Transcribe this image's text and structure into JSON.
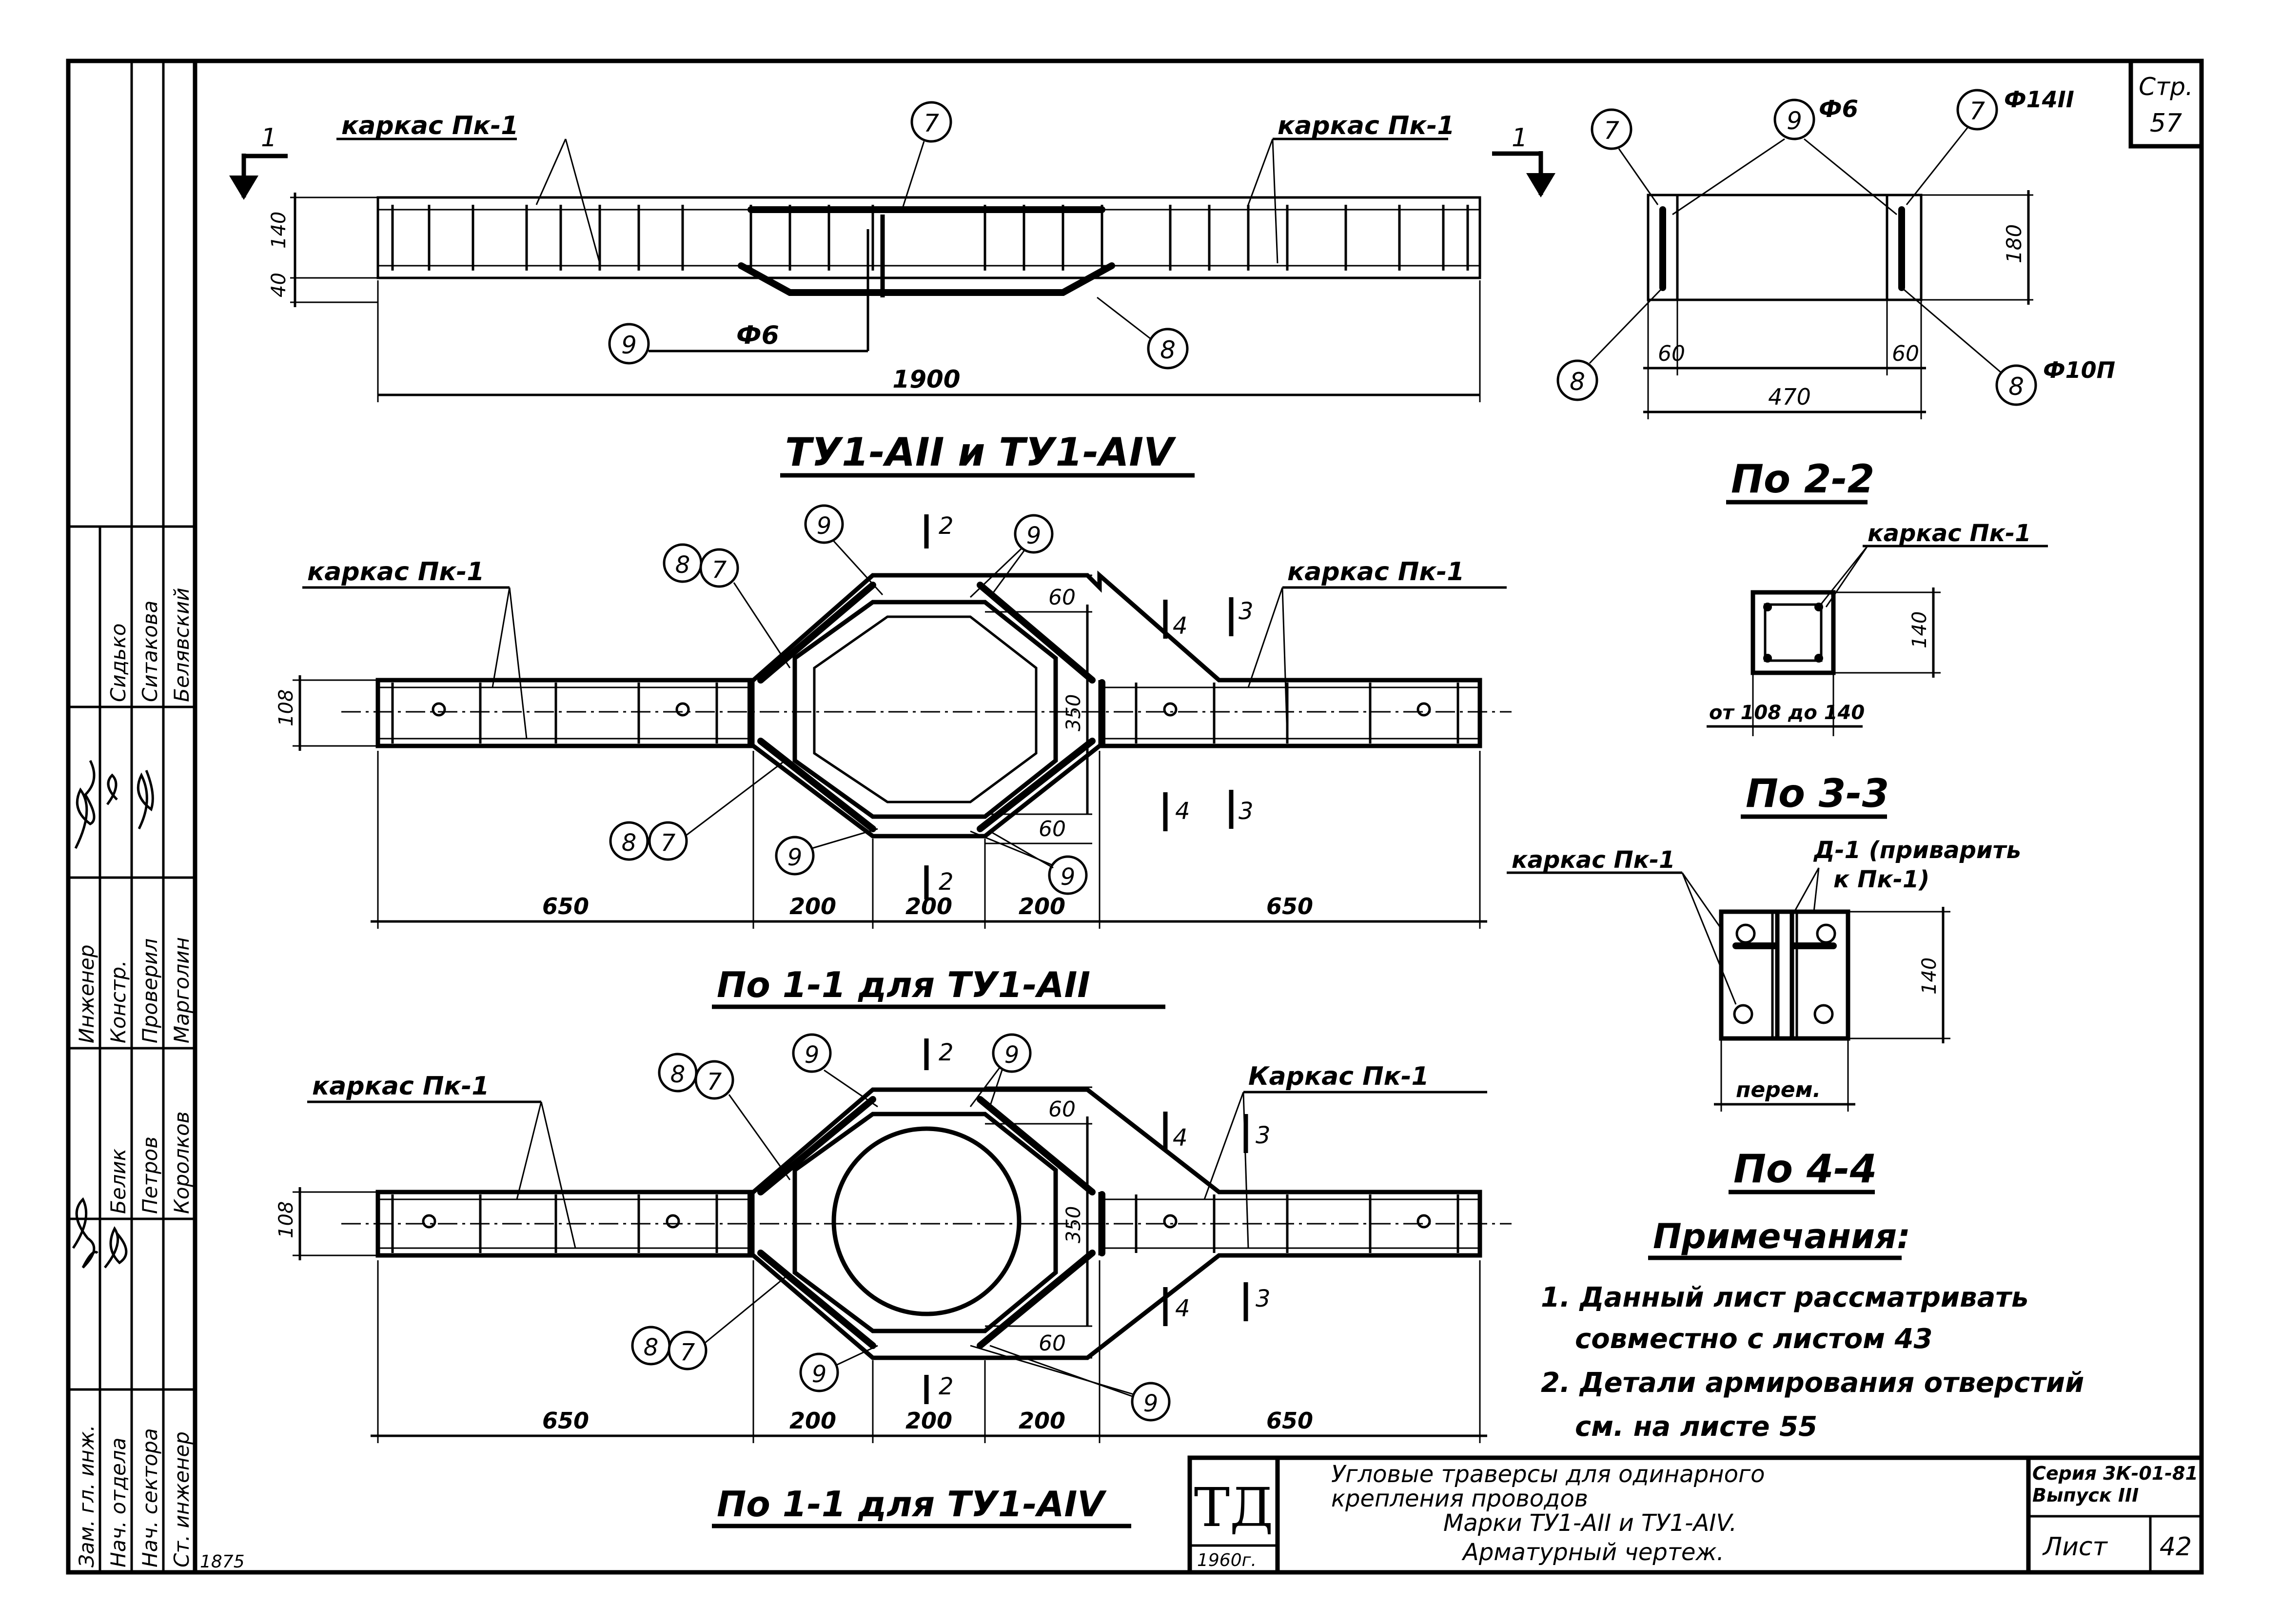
{
  "sheet": {
    "page_label": "Стр.",
    "page_number": "57",
    "series": "Серия 3К-01-81",
    "issue": "Выпуск III",
    "sheet_label": "Лист",
    "sheet_number": "42",
    "org_logo": "ТД",
    "year": "1960г.",
    "corner_mark": "1875",
    "title_lines": [
      "Угловые траверсы для одинарного",
      "крепления проводов",
      "Марки ТУ1-АII и ТУ1-АIV.",
      "Арматурный чертеж."
    ]
  },
  "stamp": {
    "roles": [
      "Зам. гл. инж.",
      "Нач. отдела",
      "Нач. сектора",
      "Ст. инженер",
      "Инженер",
      "Констр.",
      "Проверил"
    ],
    "names": [
      "Белик",
      "Петров",
      "Королков",
      "Марголин",
      "Сидько",
      "Ситакова",
      "Белявский"
    ]
  },
  "elevation": {
    "label_left": "каркас Пк-1",
    "label_right": "каркас Пк-1",
    "section_mark": "1",
    "dim_h1": "140",
    "dim_h2": "40",
    "dim_length": "1900",
    "bar_label": "Ф6",
    "callouts": [
      "7",
      "9",
      "8"
    ]
  },
  "section22": {
    "title": "По 2-2",
    "callouts": [
      "7",
      "9",
      "7",
      "8",
      "8"
    ],
    "phi_top": "Ф6",
    "phi_right_top": "Ф14II",
    "phi_right_bottom": "Ф10П",
    "dim_left": "60",
    "dim_right": "60",
    "dim_total": "470",
    "dim_height": "180"
  },
  "plan1": {
    "title": "ТУ1-АII и ТУ1-АIV",
    "label_left": "каркас Пк-1",
    "label_right": "каркас Пк-1",
    "callouts_top": [
      "8",
      "7",
      "9",
      "9"
    ],
    "callouts_bottom": [
      "8",
      "7",
      "9",
      "9"
    ],
    "section_marks": [
      "2",
      "4",
      "3",
      "4",
      "3",
      "2"
    ],
    "dim_108": "108",
    "dim_350": "350",
    "dim_60_top": "60",
    "dim_60_bottom": "60",
    "dims_bottom": [
      "650",
      "200",
      "200",
      "200",
      "650"
    ]
  },
  "plan1_caption": "По 1-1 для ТУ1-АII",
  "plan2": {
    "label_left": "каркас Пк-1",
    "label_right": "Каркас Пк-1",
    "callouts_top": [
      "8",
      "7",
      "9",
      "9"
    ],
    "callouts_bottom": [
      "8",
      "7",
      "9",
      "9"
    ],
    "section_marks": [
      "2",
      "4",
      "3",
      "4",
      "3",
      "2"
    ],
    "dim_108": "108",
    "dim_350": "350",
    "dim_60_top": "60",
    "dim_60_bottom": "60",
    "dims_bottom": [
      "650",
      "200",
      "200",
      "200",
      "650"
    ]
  },
  "plan2_caption": "По 1-1 для ТУ1-АIV",
  "section33": {
    "label": "каркас Пк-1",
    "dim_h": "140",
    "dim_bottom": "от 108 до 140",
    "title": "По 3-3"
  },
  "section44": {
    "label_left": "каркас Пк-1",
    "label_right_1": "Д-1 (приварить",
    "label_right_2": "к Пк-1)",
    "dim_h": "140",
    "dim_bottom": "перем.",
    "title": "По 4-4"
  },
  "notes": {
    "title": "Примечания:",
    "lines": [
      "1. Данный лист рассматривать",
      "совместно с листом 43",
      "2. Детали армирования отверстий",
      "см. на листе 55"
    ]
  }
}
